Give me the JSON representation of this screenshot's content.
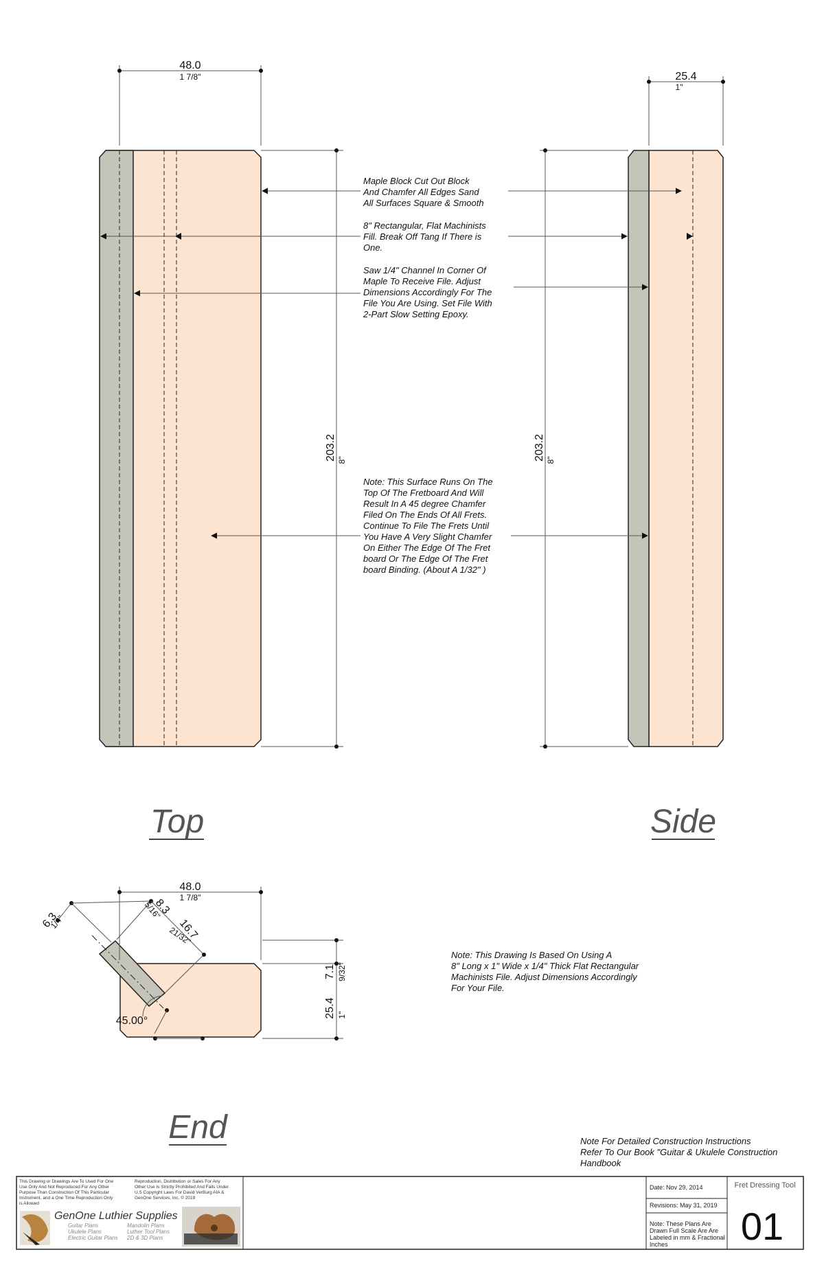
{
  "views": {
    "top": {
      "title": "Top"
    },
    "side": {
      "title": "Side"
    },
    "end": {
      "title": "End"
    }
  },
  "dimensions": {
    "top_width": {
      "mm": "48.0",
      "in": "1 7/8\""
    },
    "side_width": {
      "mm": "25.4",
      "in": "1\""
    },
    "top_length": {
      "mm": "203.2",
      "in": "8\""
    },
    "side_length": {
      "mm": "203.2",
      "in": "8\""
    },
    "end_width": {
      "mm": "48.0",
      "in": "1 7/8\""
    },
    "end_file_thickness": {
      "mm": "6.3",
      "in": "1/4\""
    },
    "end_offset_a": {
      "mm": "8.3",
      "in": "5/16\""
    },
    "end_offset_b": {
      "mm": "16.7",
      "in": "21/32\""
    },
    "end_height_top": {
      "mm": "7.1",
      "in": "9/32\""
    },
    "end_height_block": {
      "mm": "25.4",
      "in": "1\""
    },
    "end_angle": "45.00°"
  },
  "notes": {
    "maple_block": [
      "Maple Block Cut Out Block",
      "And Chamfer All Edges Sand",
      "All Surfaces Square & Smooth"
    ],
    "machinists_file": [
      "8\" Rectangular, Flat Machinists",
      "Fill. Break Off Tang If There is",
      "One."
    ],
    "channel": [
      "Saw 1/4\" Channel In Corner Of",
      "Maple To Receive File. Adjust",
      "Dimensions Accordingly For The",
      "File You Are Using. Set File With",
      "2-Part Slow Setting Epoxy."
    ],
    "surface": [
      "Note: This Surface Runs On The",
      "Top Of The Fretboard And Will",
      "Result In A 45 degree Chamfer",
      "Filed On The Ends Of All Frets.",
      "Continue To File The Frets Until",
      "You Have A Very Slight Chamfer",
      "On Either The Edge Of The Fret",
      "board Or The Edge Of The Fret",
      "board Binding. (About A 1/32\" )"
    ],
    "end_drawing": [
      "Note: This Drawing Is Based On Using A",
      "8\" Long x 1\" Wide x 1/4\" Thick Flat Rectangular",
      "Machinists File. Adjust Dimensions Accordingly",
      "For Your File."
    ],
    "book": [
      "Note For Detailed Construction Instructions",
      "Refer To Our Book \"Guitar & Ukulele Construction",
      "Handbook"
    ]
  },
  "title_block": {
    "usage_terms": [
      "This Drawing or Drawings Are To Used For One",
      "Use Only And Not Reproduced For Any Other",
      "Purpose Than Construction Of This Particular",
      "Instrument, and a One Time Reproduction Only",
      "is Allowed"
    ],
    "copyright": [
      "Reproduction, Distribution or Sales For Any",
      "Other Use Is Strictly Prohibited And Falls Under",
      "U.S Copyright Laws For David VerBurg AIA &",
      "GenOne Services, Inc. © 2019"
    ],
    "brand": "GenOne Luthier Supplies",
    "categories_left": [
      "Guitar Plans",
      "Ukulele Plans",
      "Electric Guitar Plans"
    ],
    "categories_right": [
      "Mandolin Plans",
      "Luther Tool Plans",
      "2D & 3D Plans"
    ],
    "date": "Date: Nov 29, 2014",
    "revisions": "Revisions: May 31, 2019",
    "scale_note": [
      "Note: These Plans Are",
      "Drawn Full Scale Are Are",
      "Labeled in mm & Fractional",
      "Inches"
    ],
    "drawing_title": "Fret Dressing Tool",
    "sheet_number": "01"
  },
  "colors": {
    "maple": "#fde4d1",
    "file": "#c5c4b8",
    "outline": "#222222",
    "dim_line": "#555555"
  }
}
